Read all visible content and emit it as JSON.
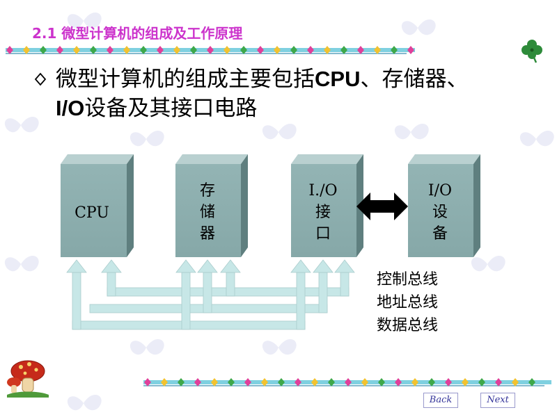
{
  "slide": {
    "section_title": "2.1  微型计算机的组成及工作原理",
    "bullet": {
      "line1_cjk": "微型计算机的组成主要包括",
      "line1_latin": "CPU",
      "line1_tail": "、存储器、",
      "line2_latin": "I/O",
      "line2_tail": "设备及其接口电路"
    }
  },
  "diagram": {
    "boxes": {
      "cpu": [
        "CPU"
      ],
      "memory": [
        "存",
        "储",
        "器"
      ],
      "io_interface": [
        "I./O",
        "接",
        "口"
      ],
      "io_device": [
        "I/O",
        "设",
        "备"
      ]
    },
    "bus_labels": [
      "控制总线",
      "地址总线",
      "数据总线"
    ]
  },
  "nav": {
    "back_label": "Back",
    "next_label": "Next"
  },
  "colors": {
    "title": "#cc33cc",
    "box_front": "#8fb0b0",
    "box_side": "#5f8080",
    "box_top": "#b7cfcf",
    "bus": "#c7e7e7",
    "arrow_black": "#000000"
  }
}
